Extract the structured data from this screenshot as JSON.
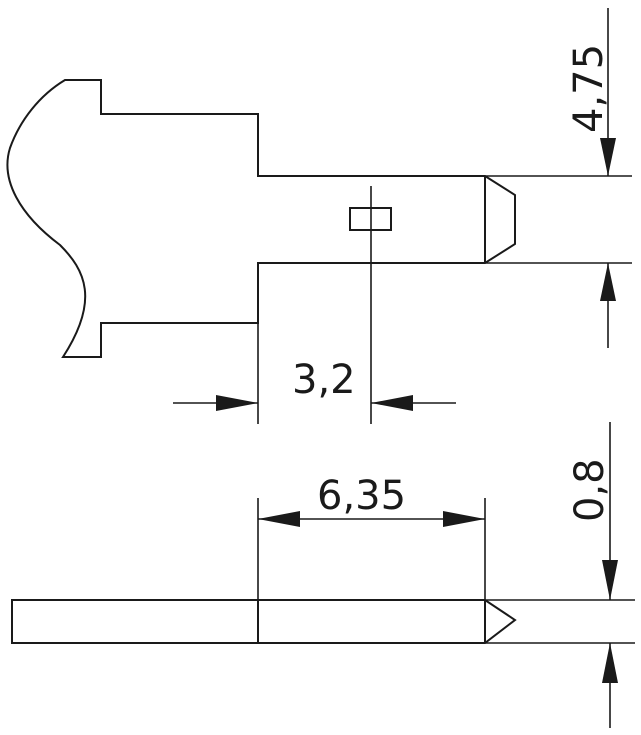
{
  "drawing": {
    "dimensions": {
      "width_top": "4,75",
      "offset": "3,2",
      "length": "6,35",
      "thickness": "0,8"
    }
  }
}
